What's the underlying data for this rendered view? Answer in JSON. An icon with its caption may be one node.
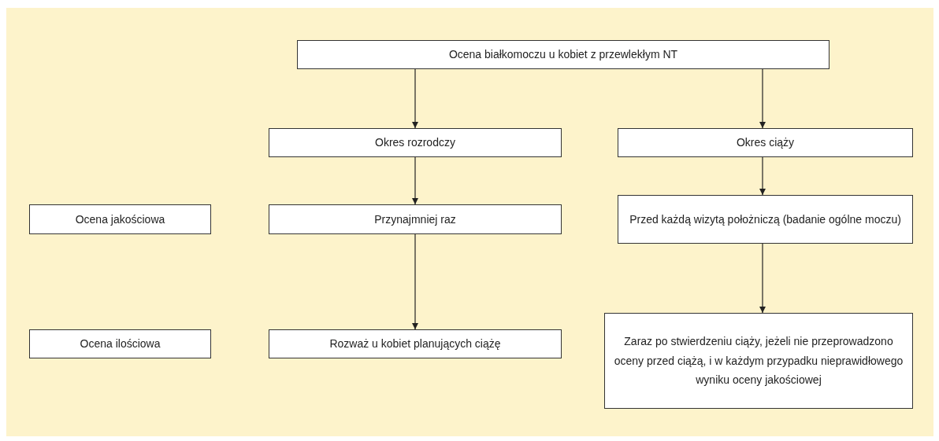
{
  "diagram": {
    "nodes": [
      {
        "text": [
          "Ocena białkomoczu u kobiet z przewlekłym NT"
        ]
      },
      {
        "text": [
          "Okres rozrodczy"
        ]
      },
      {
        "text": [
          "Okres ciąży"
        ]
      },
      {
        "text": [
          "Ocena jakościowa"
        ]
      },
      {
        "text": [
          "Przynajmniej raz"
        ]
      },
      {
        "text": [
          "Przed każdą wizytą położniczą (badanie ogólne moczu)"
        ]
      },
      {
        "text": [
          "Ocena ilościowa"
        ]
      },
      {
        "text": [
          "Rozważ u kobiet planujących ciążę"
        ]
      },
      {
        "text": [
          "Zaraz po stwierdzeniu ciąży, jeżeli nie przeprowadzono oceny przed ciążą, i w każdym przypadku nieprawidłowego wyniku oceny jakościowej"
        ]
      }
    ],
    "edges": [
      {
        "from": 0,
        "to": 1,
        "arrow": "to"
      },
      {
        "from": 0,
        "to": 2,
        "arrow": "to"
      },
      {
        "from": 1,
        "to": 4,
        "arrow": "to"
      },
      {
        "from": 4,
        "to": 7,
        "arrow": "to"
      },
      {
        "from": 2,
        "to": 5,
        "arrow": "to"
      },
      {
        "from": 5,
        "to": 8,
        "arrow": "to"
      }
    ]
  }
}
